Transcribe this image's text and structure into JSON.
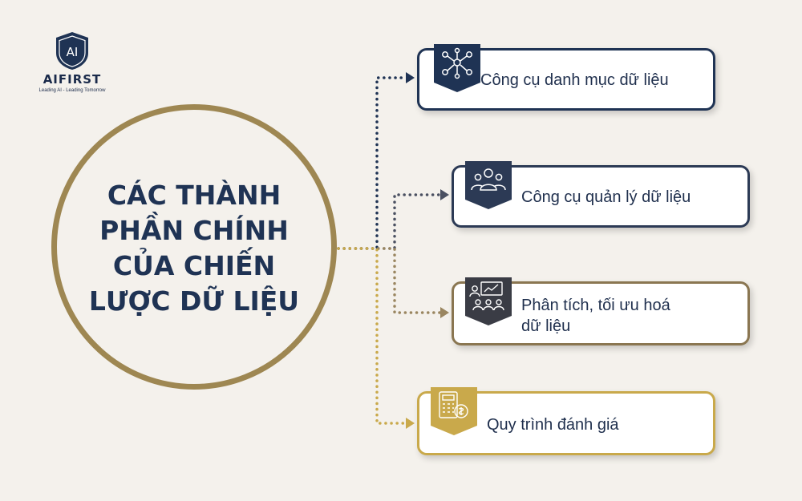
{
  "logo": {
    "name": "AIFIRST",
    "tagline": "Leading AI - Leading Tomorrow",
    "mark": "AI"
  },
  "title_lines": [
    "CÁC THÀNH",
    "PHẦN CHÍNH",
    "CỦA CHIẾN",
    "LƯỢC DỮ LIỆU"
  ],
  "items": [
    {
      "label_lines": [
        "Công cụ danh mục dữ liệu"
      ],
      "icon": "network-people-icon",
      "color": "#1f3354"
    },
    {
      "label_lines": [
        "Công cụ quản lý dữ liệu"
      ],
      "icon": "team-icon",
      "color": "#2c3a55"
    },
    {
      "label_lines": [
        "Phân tích, tối ưu hoá",
        "dữ liệu"
      ],
      "icon": "analytics-meeting-icon",
      "color": "#8a7651"
    },
    {
      "label_lines": [
        "Quy trình đánh giá"
      ],
      "icon": "calculator-coin-icon",
      "color": "#c9a94b"
    }
  ],
  "colors": {
    "navy": "#1f3354",
    "gold": "#9e8752",
    "background": "#f4f1ec"
  }
}
